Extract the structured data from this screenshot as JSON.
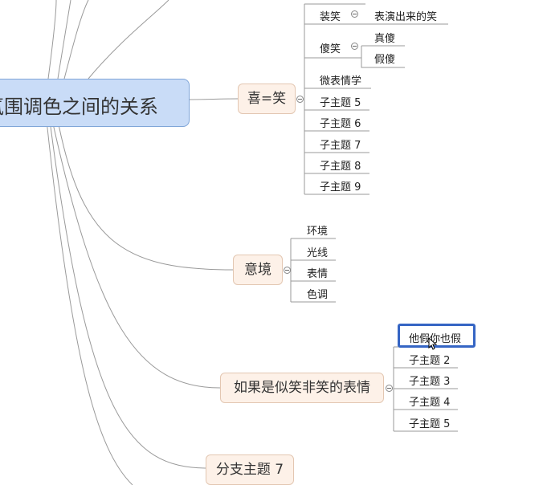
{
  "central": {
    "label": "氛围调色之间的关系"
  },
  "topics": {
    "xi": {
      "label": "喜=笑",
      "children": [
        {
          "label": "装笑",
          "child": "表演出来的笑"
        },
        {
          "label": "傻笑",
          "children": [
            "真傻",
            "假傻"
          ]
        },
        {
          "label": "微表情学"
        },
        {
          "label": "子主题 5"
        },
        {
          "label": "子主题 6"
        },
        {
          "label": "子主题 7"
        },
        {
          "label": "子主题 8"
        },
        {
          "label": "子主题 9"
        }
      ]
    },
    "yijing": {
      "label": "意境",
      "children": [
        "环境",
        "光线",
        "表情",
        "色调"
      ]
    },
    "ruguo": {
      "label": "如果是似笑非笑的表情",
      "children": [
        "他假你也假",
        "子主题 2",
        "子主题 3",
        "子主题 4",
        "子主题 5"
      ]
    },
    "branch7": {
      "label": "分支主题 7"
    }
  }
}
